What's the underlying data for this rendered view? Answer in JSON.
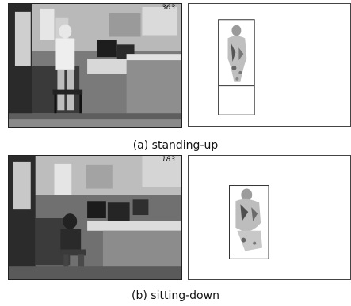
{
  "panels": [
    {
      "caption": "(a) standing-up",
      "frame_number": "363"
    },
    {
      "caption": "(b) sitting-down",
      "frame_number": "183"
    }
  ]
}
